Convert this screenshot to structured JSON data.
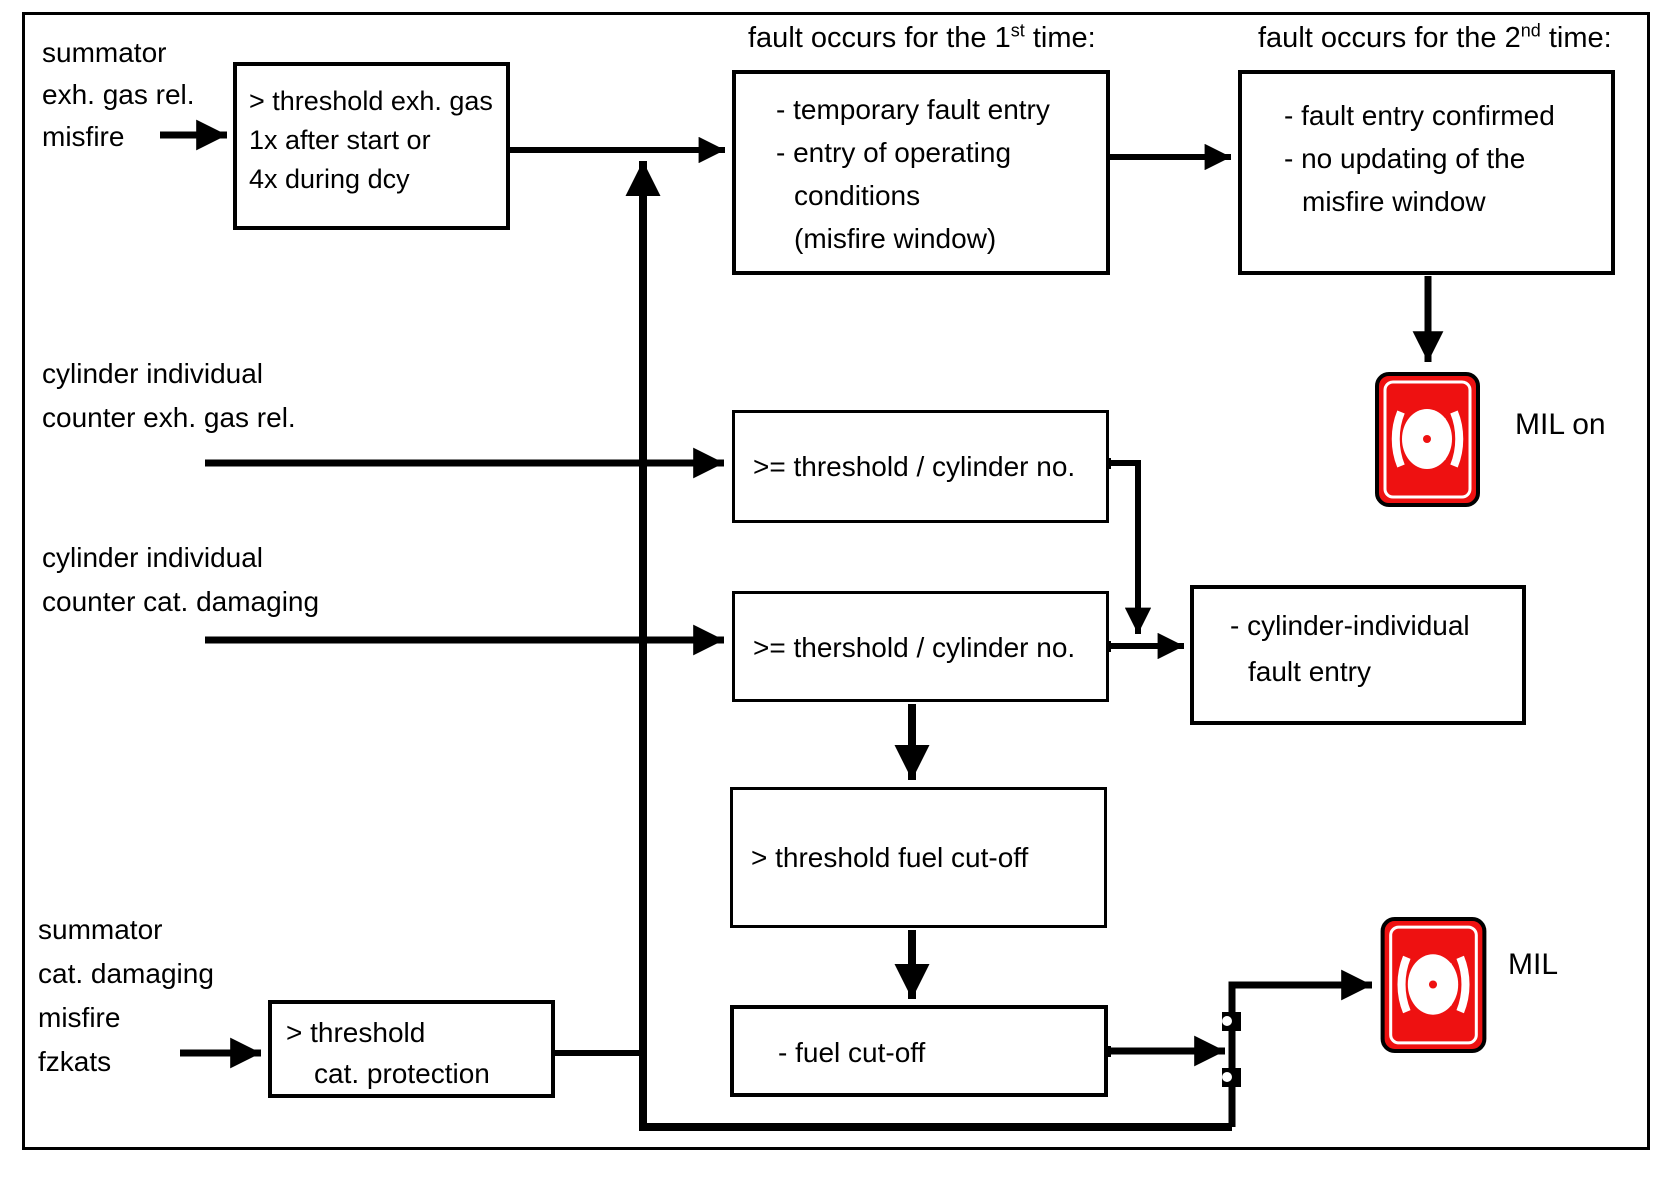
{
  "diagram": {
    "colors": {
      "mil_red": "#ee1111",
      "line": "#000000",
      "background": "#ffffff"
    },
    "inputs": {
      "summator_exh": [
        "summator",
        "exh. gas rel.",
        "misfire"
      ],
      "cylinder_exh": [
        "cylinder individual",
        "counter exh. gas rel."
      ],
      "cylinder_cat": [
        "cylinder individual",
        "counter cat. damaging"
      ],
      "summator_cat": [
        "summator",
        "cat. damaging",
        "misfire",
        "fzkats"
      ]
    },
    "headings": {
      "first": {
        "pre": "fault occurs for the 1",
        "sup": "st",
        "post": " time:"
      },
      "second": {
        "pre": "fault occurs for the 2",
        "sup": "nd",
        "post": " time:"
      }
    },
    "boxes": {
      "threshold_exh_gas": [
        "> threshold exh. gas",
        "1x after start or",
        "4x during dcy"
      ],
      "temporary_fault_entry": [
        "- temporary fault entry",
        "- entry of operating",
        "conditions",
        "(misfire window)"
      ],
      "fault_entry_confirmed": [
        "- fault entry confirmed",
        "- no updating of the",
        "misfire window"
      ],
      "threshold_cylinder_exh": ">= threshold / cylinder no.",
      "threshold_cylinder_cat": ">= thershold / cylinder no.",
      "cylinder_individual_fault_entry": [
        "- cylinder-individual",
        "fault entry"
      ],
      "threshold_fuel_cutoff": "> threshold fuel cut-off",
      "fuel_cutoff": "- fuel cut-off",
      "threshold_cat_protection": [
        "> threshold",
        "cat. protection"
      ]
    },
    "mil": {
      "top_label": "MIL on",
      "bottom_label": "MIL"
    }
  }
}
